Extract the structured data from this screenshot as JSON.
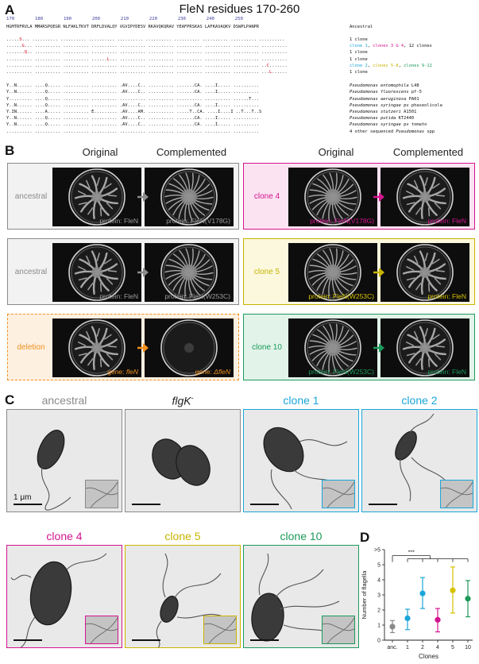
{
  "panelA": {
    "letter": "A",
    "title": "FleN residues 170-260",
    "ruler": [
      "170",
      "180",
      "190",
      "200",
      "210",
      "220",
      "230",
      "240",
      "250"
    ],
    "reference": {
      "seq": "HGMTRFRVLA MMARSPQEGR NLFAKLTKVT DRFLDVALQY VGVIPYDESV RKAVQKQRAV YEAFPRSKAS LAFKAVAQKV DSWPLPANPR",
      "label": "Ancestral"
    },
    "clones": [
      {
        "pre": ".....",
        "mut": "S",
        "post": "... .......... .......... .......... .......... .......... .......... .......... .......... ..........",
        "label_parts": [
          {
            "t": "1 clone",
            "c": ""
          }
        ]
      },
      {
        "pre": "......",
        "mut": "G",
        "post": "... .......... .......... .......... .......... .......... .......... .......... .......... ..........",
        "label_parts": [
          {
            "t": "clone 1",
            "c": "c-blue"
          },
          {
            "t": ", ",
            "c": ""
          },
          {
            "t": "clones 3 & 4",
            "c": "c-pink"
          },
          {
            "t": ", 12 clones",
            "c": ""
          }
        ]
      },
      {
        "pre": ".......",
        "mut": "Q",
        "post": ".. .......... .......... .......... .......... .......... .......... .......... .......... ..........",
        "label_parts": [
          {
            "t": "1 clone",
            "c": ""
          }
        ]
      },
      {
        "pre": ".......... .......... .......... ......",
        "mut": "L",
        "post": "... .......... .......... .......... .......... .......... ..........",
        "label_parts": [
          {
            "t": "1 clone",
            "c": ""
          }
        ]
      },
      {
        "pre": ".......... .......... .......... .......... .......... .......... .......... .......... .......... ..",
        "mut": "C",
        "post": ".......",
        "label_parts": [
          {
            "t": "clone 2",
            "c": "c-blue"
          },
          {
            "t": ", ",
            "c": ""
          },
          {
            "t": "clones 5-8",
            "c": "c-yellow"
          },
          {
            "t": ", ",
            "c": ""
          },
          {
            "t": "clones 9-12",
            "c": "c-green"
          }
        ]
      },
      {
        "pre": ".......... .......... .......... .......... .......... .......... .......... .......... .......... ...",
        "mut": "L",
        "post": "......",
        "label_parts": [
          {
            "t": "1 clone",
            "c": ""
          }
        ]
      }
    ],
    "species": [
      {
        "seq": "Y..N...... ....Q..... .......... .......... .AV....C.. .......... .......CA. ....I..... ..........",
        "label": "Pseudomonas entomophila",
        "suffix": " L48"
      },
      {
        "seq": "Y..N...... ....Q..... .......... .......... .AV....C.. .......... .......CA. ....I..... ..........",
        "label": "Pseudomonas fluorescens",
        "suffix": " pf-5"
      },
      {
        "seq": "Y......... ....Q..... .......... .......... .......... .......... .......... .......... ......T...",
        "label": "Pseudomonas aeruginosa",
        "suffix": " PA01"
      },
      {
        "seq": "Y..N...... ....Q..... .......... .......... .AV....C.. .......... .......CA. ....I..... ..........",
        "label": "Pseudomonas syringae",
        "suffix": " pv phaseolicola"
      },
      {
        "seq": "Y.IN...... ....A..... .......... E......... .AV....AM. .......... .....T..CA. ....I....I ..T...T..S",
        "label": "Pseudomonas stutzeri",
        "suffix": " A1501"
      },
      {
        "seq": "Y..N...... ....Q..... .......... .......... .AV....C.. .......... .......CA. ....I..... ..........",
        "label": "Pseudomonas putida",
        "suffix": " KT2440"
      },
      {
        "seq": "Y..N...... ....Q..... .......... .......... .AV....C.. .......... .......CA. ....I..... ..........",
        "label": "Pseudomonas syringae",
        "suffix": " pv tomato"
      },
      {
        "seq": ".......... .......... .......... .......... .......... .......... .......... .......... ..........",
        "label": "4 other sequenced ",
        "label_italic": "Pseudomonas",
        "suffix": " spp"
      }
    ]
  },
  "panelB": {
    "letter": "B",
    "headers": {
      "original": "Original",
      "complemented": "Complemented"
    },
    "rows": [
      {
        "label": "ancestral",
        "color": "#8a8a8a",
        "bg": "#f2f2f2",
        "dashed": false,
        "left_caption": "protein: FleN",
        "right_caption": "protein: FleN(V178G)",
        "caption_color": "#9a9a9a",
        "left_state": "swarm",
        "right_state": "hyper"
      },
      {
        "label": "clone 4",
        "color": "#d4148f",
        "bg": "#fbe3f1",
        "dashed": false,
        "left_caption": "protein: FleN(V178G)",
        "right_caption": "protein: FleN",
        "caption_color": "#d4148f",
        "left_state": "hyper",
        "right_state": "swarm"
      },
      {
        "label": "ancestral",
        "color": "#8a8a8a",
        "bg": "#f2f2f2",
        "dashed": false,
        "left_caption": "protein: FleN",
        "right_caption": "protein: FleN(W253C)",
        "caption_color": "#9a9a9a",
        "left_state": "swarm",
        "right_state": "hyper"
      },
      {
        "label": "clone 5",
        "color": "#c8b400",
        "bg": "#fbf8de",
        "dashed": false,
        "left_caption": "protein: FleN(W253C)",
        "right_caption": "protein: FleN",
        "caption_color": "#d6c200",
        "left_state": "hyper",
        "right_state": "swarm"
      },
      {
        "label": "deletion",
        "color": "#f0901e",
        "bg": "#fdf0e0",
        "dashed": true,
        "left_caption_prefix": "gene: ",
        "left_caption_italic": "fleN",
        "right_caption_prefix": "gene: ",
        "right_caption_italic": "ΔfleN",
        "caption_color": "#f0901e",
        "left_state": "swarm",
        "right_state": "none"
      },
      {
        "label": "clone 10",
        "color": "#1b9a5a",
        "bg": "#e2f3e9",
        "dashed": false,
        "left_caption": "protein: FleN(W253C)",
        "right_caption": "protein: FleN",
        "caption_color": "#1b9a5a",
        "left_state": "hyper",
        "right_state": "swarm"
      }
    ]
  },
  "panelC": {
    "letter": "C",
    "cells": [
      {
        "title": "ancestral",
        "italic": false,
        "sup": "",
        "color": "#8a8a8a",
        "cell": "monotrich",
        "scale_label": "1 μm",
        "inset": true
      },
      {
        "title": "flgK",
        "italic": true,
        "sup": "-",
        "color": "#8a8a8a",
        "cell": "dividing",
        "scale_label": "",
        "inset": false
      },
      {
        "title": "clone 1",
        "italic": false,
        "sup": "",
        "color": "#1aa6d9",
        "cell": "multi",
        "scale_label": "",
        "inset": true
      },
      {
        "title": "clone 2",
        "italic": false,
        "sup": "",
        "color": "#1aa6d9",
        "cell": "small",
        "scale_label": "",
        "inset": true
      },
      {
        "title": "clone 4",
        "italic": false,
        "sup": "",
        "color": "#d4148f",
        "cell": "big",
        "scale_label": "",
        "inset": true
      },
      {
        "title": "clone 5",
        "italic": false,
        "sup": "",
        "color": "#c8b400",
        "cell": "small-multi",
        "scale_label": "",
        "inset": true
      },
      {
        "title": "clone 10",
        "italic": false,
        "sup": "",
        "color": "#1b9a5a",
        "cell": "multi2",
        "scale_label": "",
        "inset": true
      }
    ]
  },
  "panelD": {
    "letter": "D",
    "significance": "***"
  },
  "chart_data": {
    "type": "scatter",
    "title": "",
    "xlabel": "Clones",
    "ylabel": "Number of flagella",
    "categories": [
      "anc.",
      "1",
      "2",
      "4",
      "5",
      "10"
    ],
    "yticks": [
      "0",
      "1",
      "2",
      "3",
      "4",
      "5",
      ">5"
    ],
    "ylim": [
      0,
      6
    ],
    "series": [
      {
        "values": [
          0.9,
          1.45,
          3.1,
          1.35,
          3.3,
          2.75
        ],
        "err_low": [
          0.5,
          0.7,
          2.1,
          0.55,
          1.8,
          1.55
        ],
        "err_high": [
          1.3,
          2.05,
          4.15,
          2.1,
          4.85,
          3.95
        ],
        "colors": [
          "#8a8a8a",
          "#1aa6d9",
          "#1aa6d9",
          "#d4148f",
          "#d6c200",
          "#1b9a5a"
        ]
      }
    ]
  }
}
